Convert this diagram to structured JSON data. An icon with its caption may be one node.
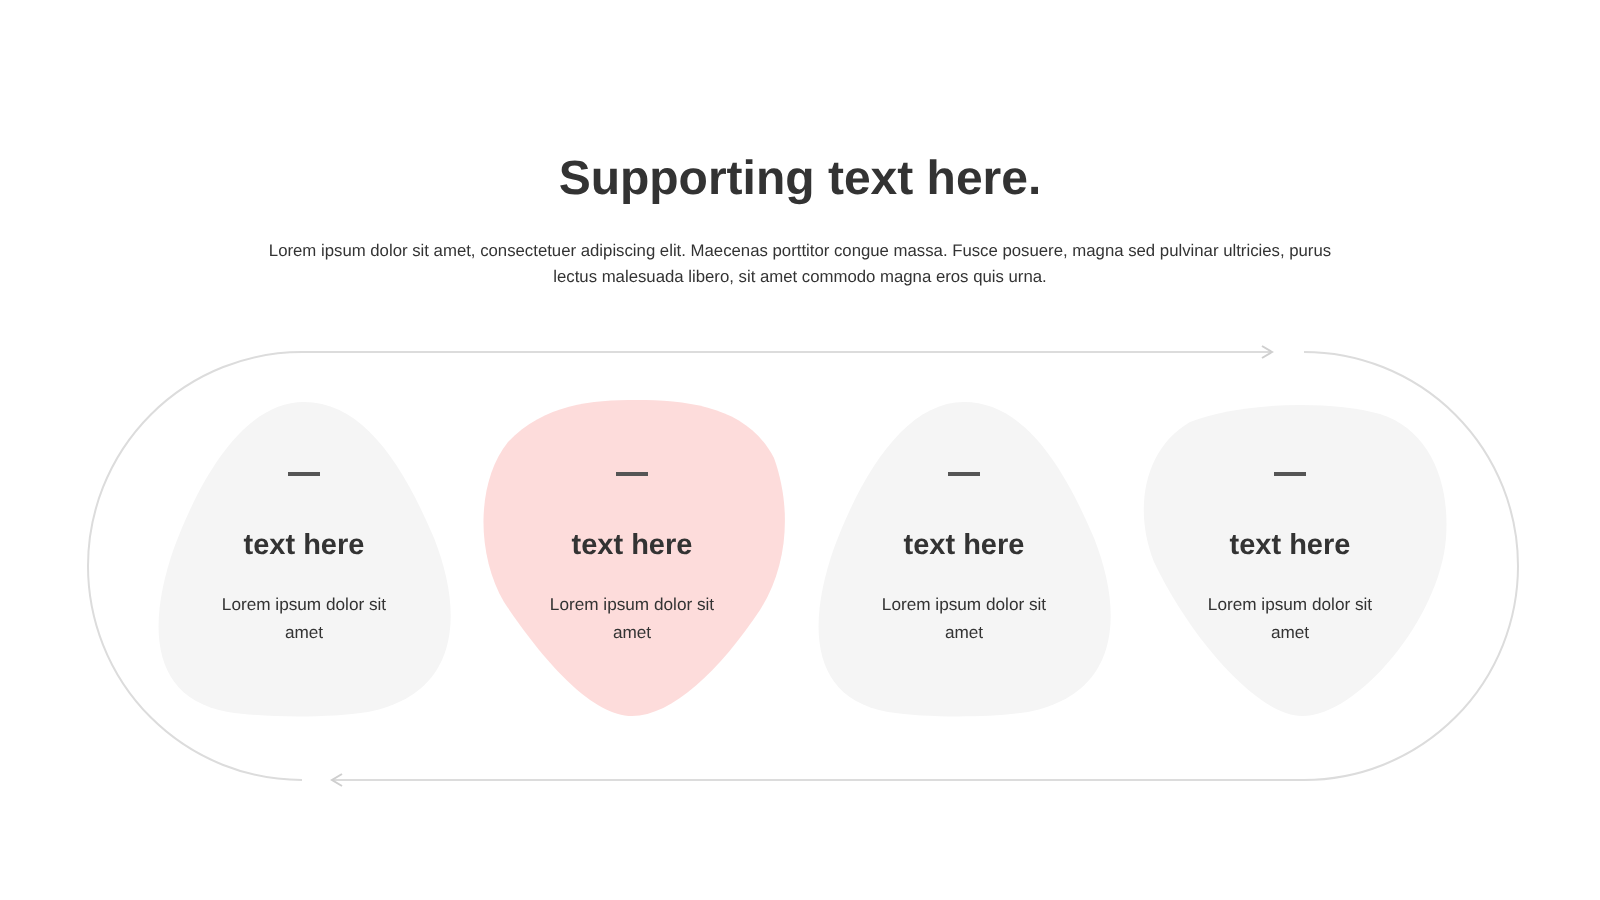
{
  "diagram": {
    "title": "Supporting text here.",
    "nodes": [
      {
        "text": [
          "text here",
          "Lorem ipsum dolor sit amet"
        ]
      },
      {
        "text": [
          "text here",
          "Lorem ipsum dolor sit amet"
        ]
      },
      {
        "text": [
          "text here",
          "Lorem ipsum dolor sit amet"
        ]
      },
      {
        "text": [
          "text here",
          "Lorem ipsum dolor sit amet"
        ]
      }
    ],
    "labels": [
      "Lorem ipsum dolor sit amet, consectetuer adipiscing elit. Maecenas porttitor congue massa. Fusce posuere, magna sed pulvinar ultricies, purus lectus malesuada libero, sit amet commodo magna eros quis urna."
    ]
  }
}
